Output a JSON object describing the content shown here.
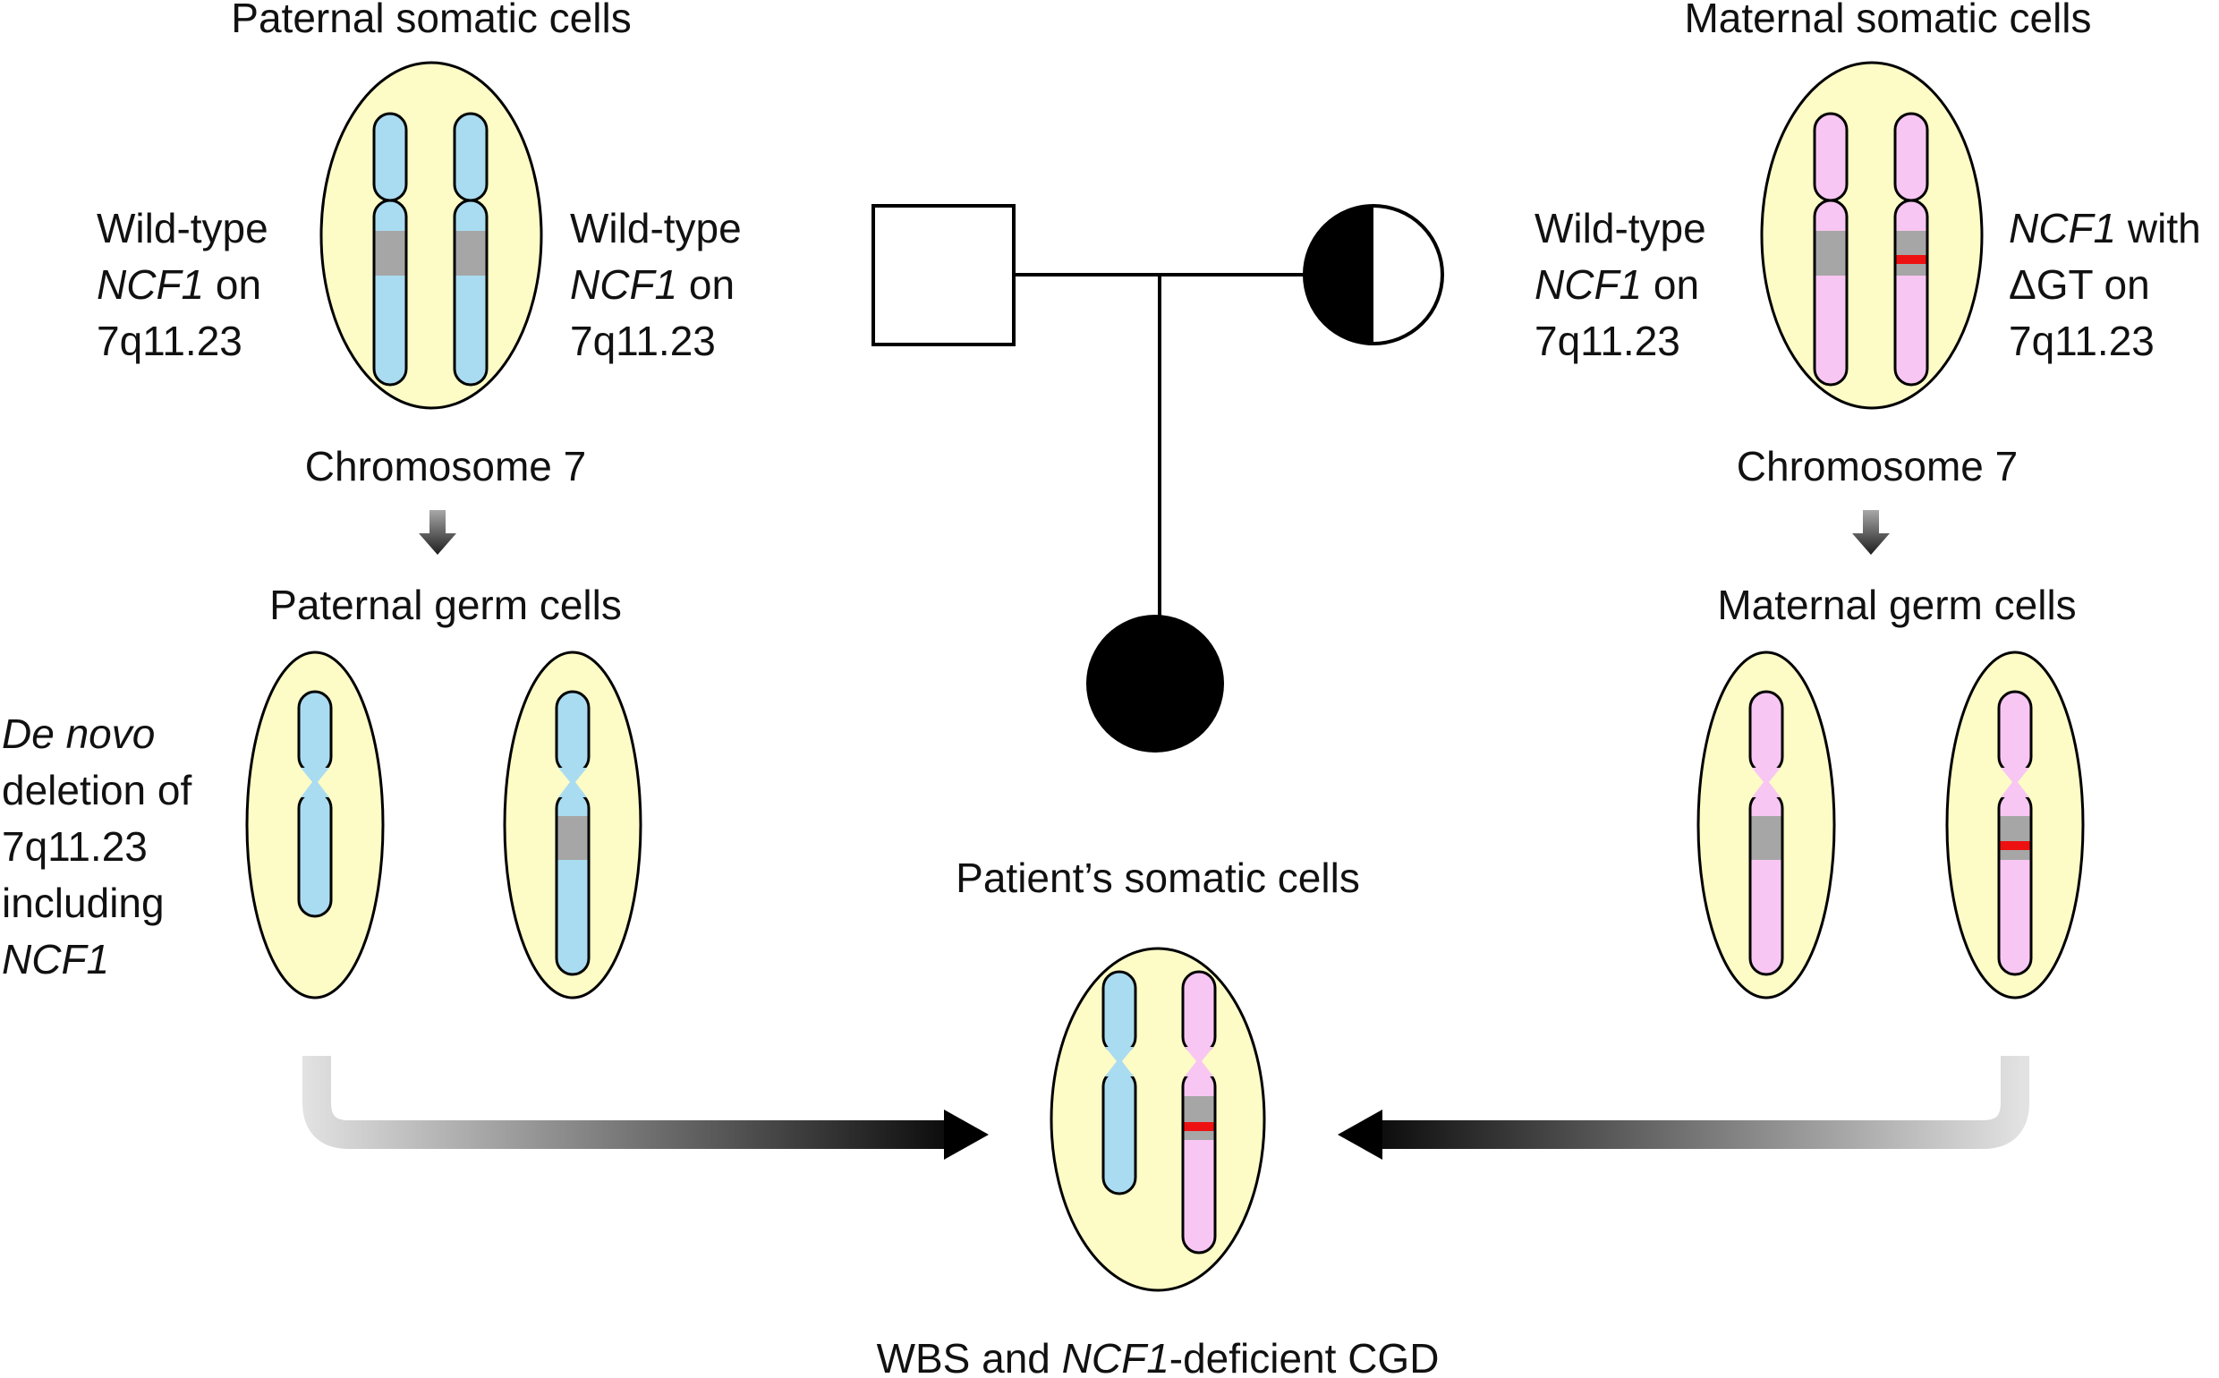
{
  "colors": {
    "cell_fill": "#fdfcc6",
    "paternal_chromosome": "#a9dcf1",
    "maternal_chromosome": "#f8c6f3",
    "ncf1_locus": "#a6a6a6",
    "mutation_mark": "#ee1111",
    "outline": "#000000"
  },
  "paternal": {
    "somatic_title": "Paternal somatic cells",
    "left_label": {
      "line1": "Wild-type",
      "gene": "NCF1",
      "gene_suffix": " on",
      "line3": "7q11.23"
    },
    "right_label": {
      "line1": "Wild-type",
      "gene": "NCF1",
      "gene_suffix": " on",
      "line3": "7q11.23"
    },
    "chromosome_label": "Chromosome 7",
    "germ_title": "Paternal germ cells",
    "deletion_label": {
      "line1": "De novo",
      "line2": "deletion of",
      "line3": "7q11.23",
      "line4": "including",
      "line5": "NCF1"
    }
  },
  "maternal": {
    "somatic_title": "Maternal somatic cells",
    "left_label": {
      "line1": "Wild-type",
      "gene": "NCF1",
      "gene_suffix": " on",
      "line3": "7q11.23"
    },
    "right_label": {
      "gene": "NCF1",
      "gene_suffix": " with",
      "line2": "ΔGT on",
      "line3": "7q11.23"
    },
    "chromosome_label": "Chromosome 7",
    "germ_title": "Maternal germ cells"
  },
  "patient": {
    "title": "Patient’s somatic cells",
    "diagnosis": {
      "prefix": "WBS and ",
      "gene": "NCF1",
      "suffix": "-deficient CGD"
    }
  },
  "pedigree": {
    "father": "unaffected male (open square)",
    "mother": "carrier female (half-filled circle)",
    "child": "affected female (filled circle)"
  }
}
